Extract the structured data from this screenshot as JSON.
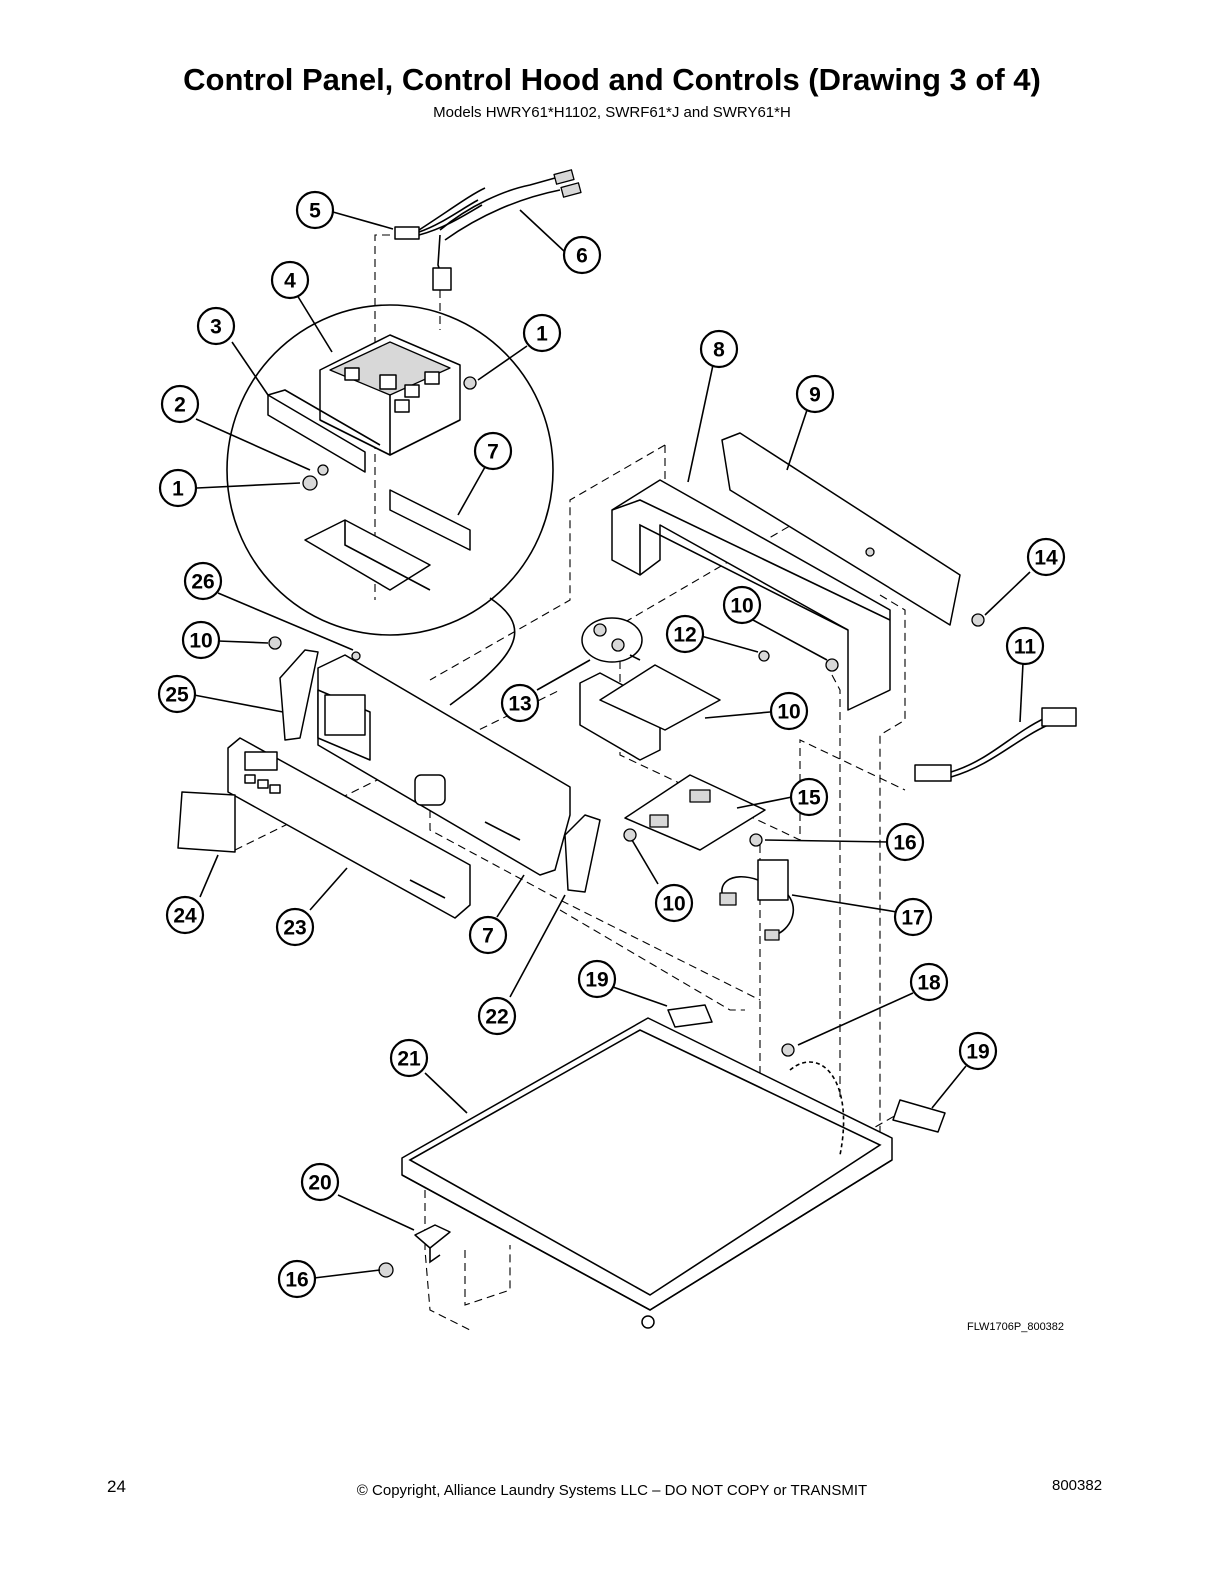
{
  "title": "Control Panel, Control Hood and Controls (Drawing 3 of 4)",
  "subtitle": "Models HWRY61*H1102, SWRF61*J and SWRY61*H",
  "drawing_code": "FLW1706P_800382",
  "footer": {
    "page_number": "24",
    "copyright": "© Copyright, Alliance Laundry Systems LLC – DO NOT COPY or TRANSMIT",
    "doc_number": "800382"
  },
  "callouts": [
    "5",
    "6",
    "4",
    "3",
    "1",
    "2",
    "1",
    "7",
    "8",
    "9",
    "26",
    "10",
    "25",
    "13",
    "12",
    "10",
    "14",
    "10",
    "11",
    "15",
    "16",
    "24",
    "23",
    "7",
    "22",
    "10",
    "17",
    "19",
    "18",
    "21",
    "19",
    "20",
    "16"
  ]
}
